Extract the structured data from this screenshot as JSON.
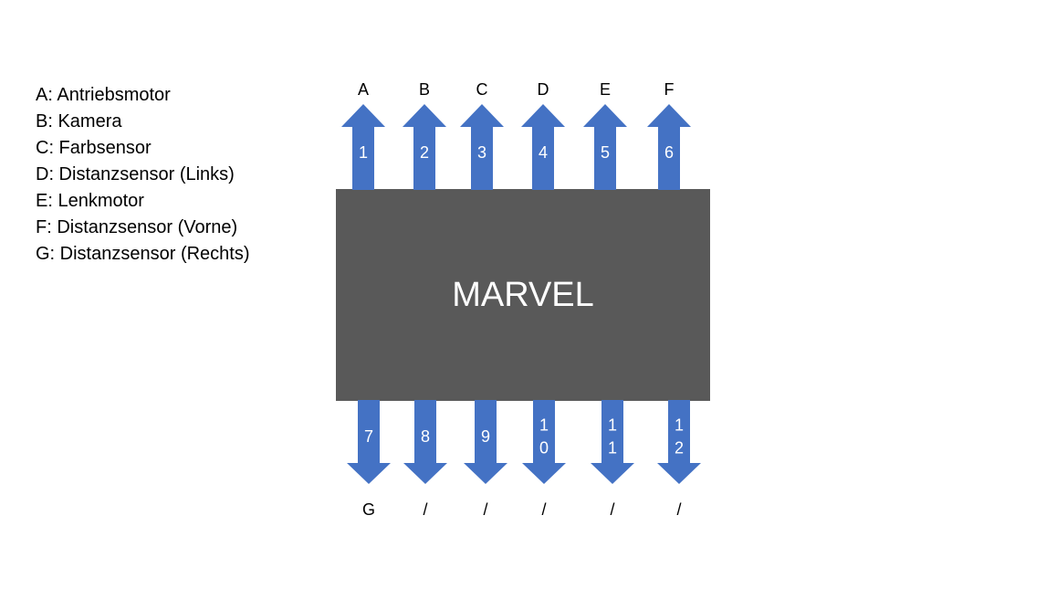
{
  "legend": [
    "A: Antriebsmotor",
    "B: Kamera",
    "C: Farbsensor",
    "D: Distanzsensor (Links)",
    "E: Lenkmotor",
    "F: Distanzsensor (Vorne)",
    "G: Distanzsensor (Rechts)"
  ],
  "chip": {
    "title": "MARVEL"
  },
  "arrow_color": "#4472C4",
  "top_ports": [
    {
      "label": "A",
      "number": "1"
    },
    {
      "label": "B",
      "number": "2"
    },
    {
      "label": "C",
      "number": "3"
    },
    {
      "label": "D",
      "number": "4"
    },
    {
      "label": "E",
      "number": "5"
    },
    {
      "label": "F",
      "number": "6"
    }
  ],
  "bottom_ports": [
    {
      "label": "G",
      "number": "7"
    },
    {
      "label": "/",
      "number": "8"
    },
    {
      "label": "/",
      "number": "9"
    },
    {
      "label": "/",
      "number": "10"
    },
    {
      "label": "/",
      "number": "11"
    },
    {
      "label": "/",
      "number": "12"
    }
  ]
}
